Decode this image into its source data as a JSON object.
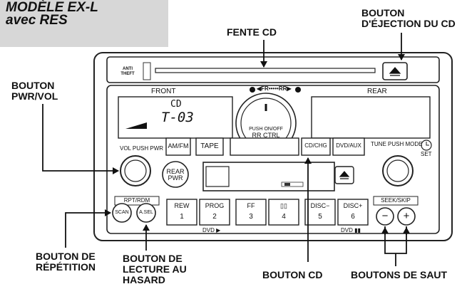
{
  "model": {
    "line1": "MODÈLE EX-L",
    "line2": "avec RES"
  },
  "callouts": {
    "disc_slot": "FENTE CD",
    "eject_line1": "BOUTON",
    "eject_line2": "D'ÉJECTION DU CD",
    "pwr_line1": "BOUTON",
    "pwr_line2": "PWR/VOL",
    "repeat_line1": "BOUTON DE",
    "repeat_line2": "RÉPÉTITION",
    "random_line1": "BOUTON DE",
    "random_line2": "LECTURE AU",
    "random_line3": "HASARD",
    "cd_button": "BOUTON CD",
    "skip_buttons": "BOUTONS DE SAUT"
  },
  "radio": {
    "anti_theft_line1": "ANTI",
    "anti_theft_line2": "THEFT",
    "front": "FRONT",
    "rear": "REAR",
    "balance": "◀FR•••••RR▶",
    "display_cd": "CD",
    "display_track": "T-03",
    "knob_line1": "PUSH ON/OFF",
    "knob_line2": "RR CTRL",
    "vol_pwr": "VOL PUSH PWR",
    "tune_mode": "TUNE PUSH MODE",
    "set": "SET",
    "am_fm": "AM/FM",
    "tape": "TAPE",
    "cd_chg": "CD/CHG",
    "dvd_aux": "DVD/AUX",
    "rear_pwr_line1": "REAR",
    "rear_pwr_line2": "PWR",
    "rpt_rdm": "RPT/RDM",
    "scan": "SCAN",
    "a_sel": "A.SEL",
    "seek_skip": "SEEK/SKIP",
    "minus": "−",
    "plus": "+",
    "presets": [
      {
        "top": "REW",
        "num": "1"
      },
      {
        "top": "PROG",
        "num": "2"
      },
      {
        "top": "FF",
        "num": "3"
      },
      {
        "top": "▯▯",
        "num": "4"
      },
      {
        "top": "DISC−",
        "num": "5"
      },
      {
        "top": "DISC+",
        "num": "6"
      }
    ],
    "dvd_play": "DVD ▶",
    "dvd_pause": "DVD ▮▮"
  }
}
